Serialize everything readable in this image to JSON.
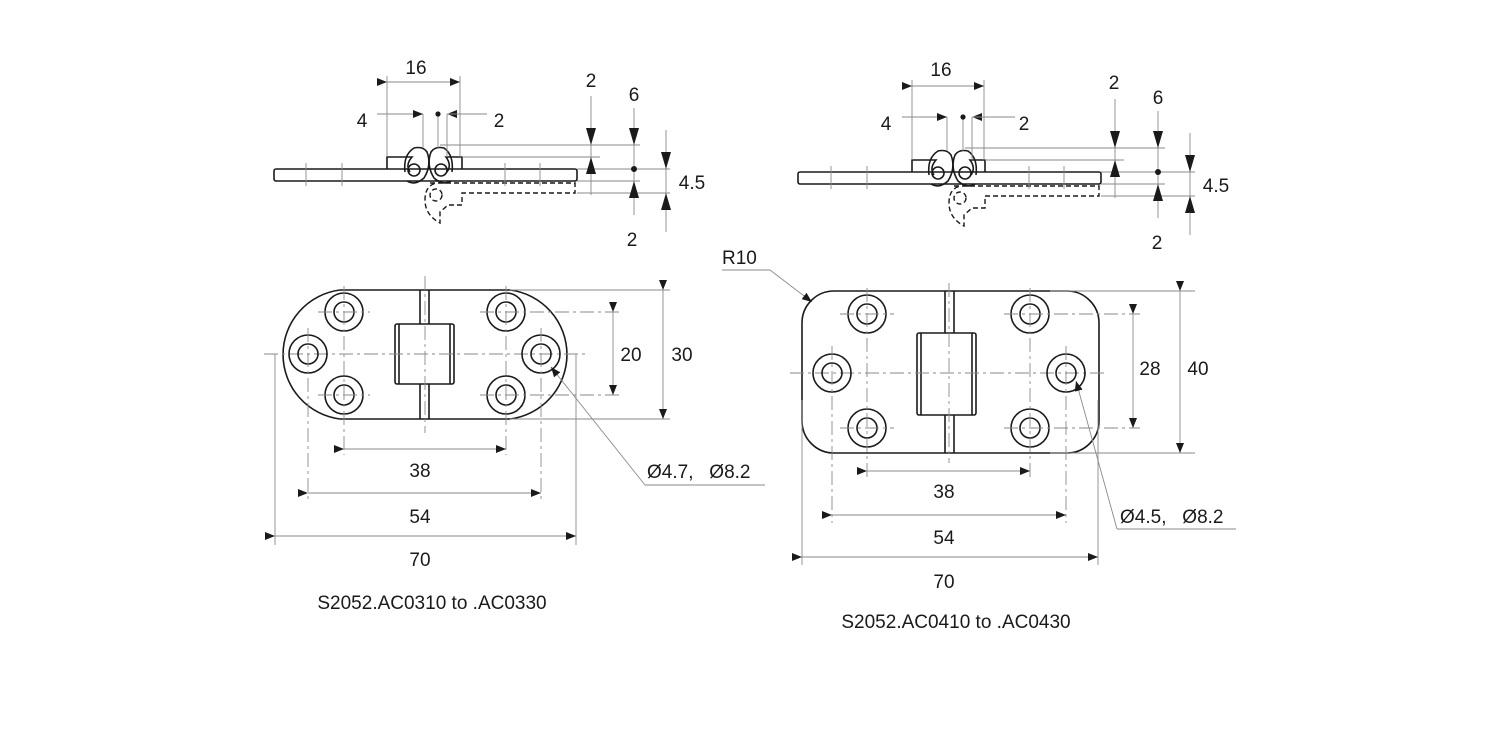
{
  "drawing": {
    "left": {
      "caption": "S2052.AC0310 to .AC0330",
      "side_view": {
        "dim_width_total": "16",
        "dim_left_offset": "4",
        "dim_right_offset": "2",
        "dim_top_a": "2",
        "dim_top_b": "6",
        "dim_thickness": "4.5",
        "dim_bottom": "2"
      },
      "plan_view": {
        "dim_hole_spacing_inner": "38",
        "dim_hole_spacing_outer": "54",
        "dim_overall_length": "70",
        "dim_hole_vertical": "20",
        "dim_overall_height": "30",
        "hole_callout": "Ø4.7,   Ø8.2"
      }
    },
    "right": {
      "caption": "S2052.AC0410 to .AC0430",
      "side_view": {
        "dim_width_total": "16",
        "dim_left_offset": "4",
        "dim_right_offset": "2",
        "dim_top_a": "2",
        "dim_top_b": "6",
        "dim_thickness": "4.5",
        "dim_bottom": "2"
      },
      "plan_view": {
        "corner_radius_label": "R10",
        "dim_hole_spacing_inner": "38",
        "dim_hole_spacing_outer": "54",
        "dim_overall_length": "70",
        "dim_hole_vertical": "28",
        "dim_overall_height": "40",
        "hole_callout": "Ø4.5,   Ø8.2"
      }
    }
  }
}
